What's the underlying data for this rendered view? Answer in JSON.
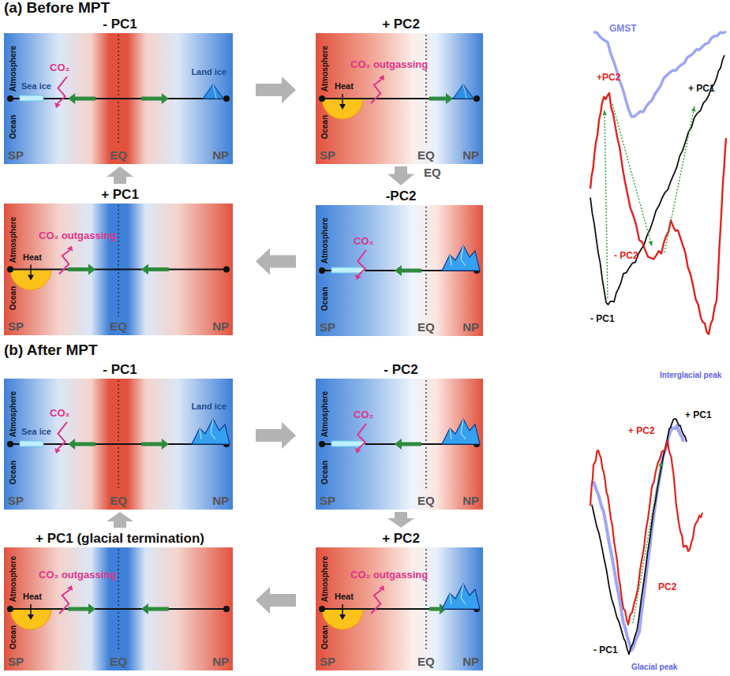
{
  "diagram": {
    "nodes": [
      {
        "text": [
          "- PC1",
          "Atmosphere",
          "Ocean",
          "SP",
          "EQ",
          "NP",
          "Sea ice",
          "CO₂",
          "Land ice"
        ]
      },
      {
        "text": [
          "+ PC2",
          "Atmosphere",
          "Ocean",
          "SP",
          "EQ",
          "NP",
          "Heat",
          "CO₂ outgassing"
        ]
      },
      {
        "text": [
          "+ PC1",
          "Atmosphere",
          "Ocean",
          "SP",
          "EQ",
          "NP",
          "Heat",
          "CO₂ outgassing"
        ]
      },
      {
        "text": [
          "-PC2",
          "Atmosphere",
          "Ocean",
          "SP",
          "EQ",
          "NP",
          "CO₂"
        ]
      },
      {
        "text": [
          "- PC1",
          "Atmosphere",
          "Ocean",
          "SP",
          "EQ",
          "NP",
          "Sea ice",
          "CO₂",
          "Land ice"
        ]
      },
      {
        "text": [
          "- PC2",
          "Atmosphere",
          "Ocean",
          "SP",
          "EQ",
          "NP",
          "CO₂"
        ]
      },
      {
        "text": [
          "+ PC1 (glacial termination)",
          "Atmosphere",
          "Ocean",
          "SP",
          "EQ",
          "NP",
          "Heat",
          "CO₂ outgassing"
        ]
      },
      {
        "text": [
          "+ PC2",
          "Atmosphere",
          "Ocean",
          "SP",
          "EQ",
          "NP",
          "Heat",
          "CO₂ outgassing"
        ]
      }
    ],
    "edges": [
      {
        "from": 0,
        "to": 1,
        "arrow": "to"
      },
      {
        "from": 1,
        "to": 3,
        "arrow": "to"
      },
      {
        "from": 3,
        "to": 2,
        "arrow": "to"
      },
      {
        "from": 2,
        "to": 0,
        "arrow": "to"
      },
      {
        "from": 4,
        "to": 5,
        "arrow": "to"
      },
      {
        "from": 5,
        "to": 7,
        "arrow": "to"
      },
      {
        "from": 7,
        "to": 6,
        "arrow": "to"
      },
      {
        "from": 6,
        "to": 4,
        "arrow": "to"
      }
    ],
    "labels": [
      "(a) Before MPT",
      "EQ",
      "GMST",
      "+ PC1",
      "+PC2",
      "- PC2",
      "- PC1",
      "(b) After MPT",
      "Interglacial peak",
      "+ PC1",
      "+ PC2",
      "PC2",
      "- PC1",
      "Glacial peak"
    ]
  }
}
